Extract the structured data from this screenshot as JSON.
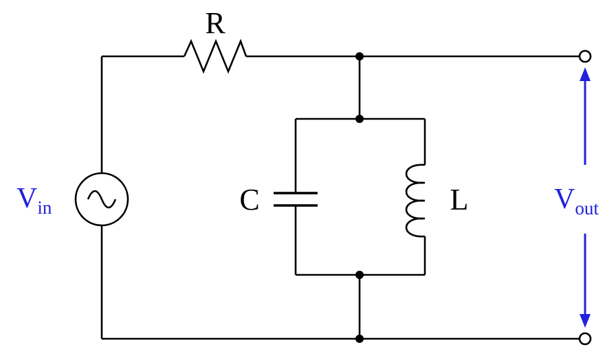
{
  "colors": {
    "wire": "#000000",
    "label_blue": "#2222dd",
    "background": "#ffffff"
  },
  "labels": {
    "resistor": "R",
    "capacitor": "C",
    "inductor": "L",
    "vin_main": "V",
    "vin_sub": "in",
    "vout_main": "V",
    "vout_sub": "out"
  }
}
